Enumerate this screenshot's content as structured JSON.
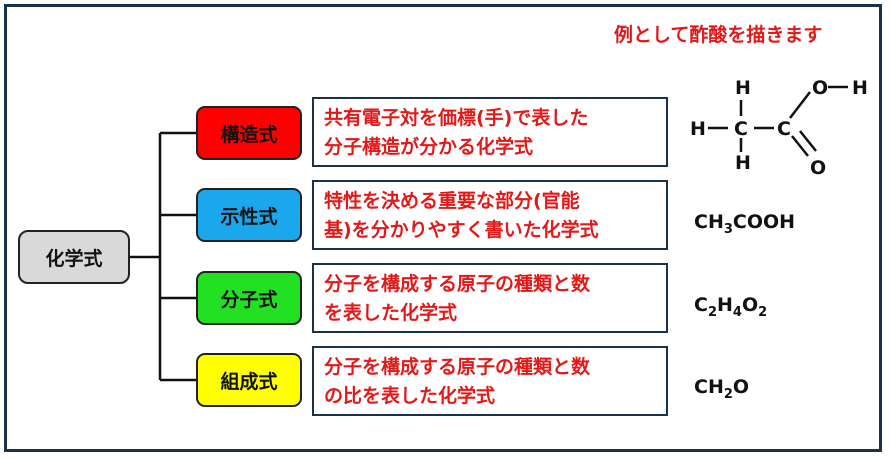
{
  "note": "例として酢酸を描きます",
  "root": {
    "label": "化学式",
    "fill": "#d9d9d9"
  },
  "rows": [
    {
      "category": "構造式",
      "color": "#ff0000",
      "desc_lines": [
        "共有電子対を価標(手)で表した",
        "分子構造が分かる化学式"
      ],
      "example": {
        "type": "structure",
        "atoms": [
          "H",
          "H",
          "C",
          "C",
          "H",
          "O",
          "H",
          "O"
        ]
      }
    },
    {
      "category": "示性式",
      "color": "#1aa7ec",
      "desc_lines": [
        "特性を決める重要な部分(官能",
        "基)を分かりやすく書いた化学式"
      ],
      "example": {
        "type": "text",
        "parts": [
          {
            "t": "CH"
          },
          {
            "sub": "3"
          },
          {
            "t": "COOH"
          }
        ]
      }
    },
    {
      "category": "分子式",
      "color": "#22e022",
      "desc_lines": [
        "分子を構成する原子の種類と数",
        "を表した化学式"
      ],
      "example": {
        "type": "text",
        "parts": [
          {
            "t": "C"
          },
          {
            "sub": "2"
          },
          {
            "t": "H"
          },
          {
            "sub": "4"
          },
          {
            "t": "O"
          },
          {
            "sub": "2"
          }
        ]
      }
    },
    {
      "category": "組成式",
      "color": "#ffff00",
      "desc_lines": [
        "分子を構成する原子の種類と数",
        "の比を表した化学式"
      ],
      "example": {
        "type": "text",
        "parts": [
          {
            "t": "CH"
          },
          {
            "sub": "2"
          },
          {
            "t": "O"
          }
        ]
      }
    }
  ],
  "colors": {
    "accent_red": "#e11919",
    "frame": "#17324a",
    "line": "#111111"
  }
}
